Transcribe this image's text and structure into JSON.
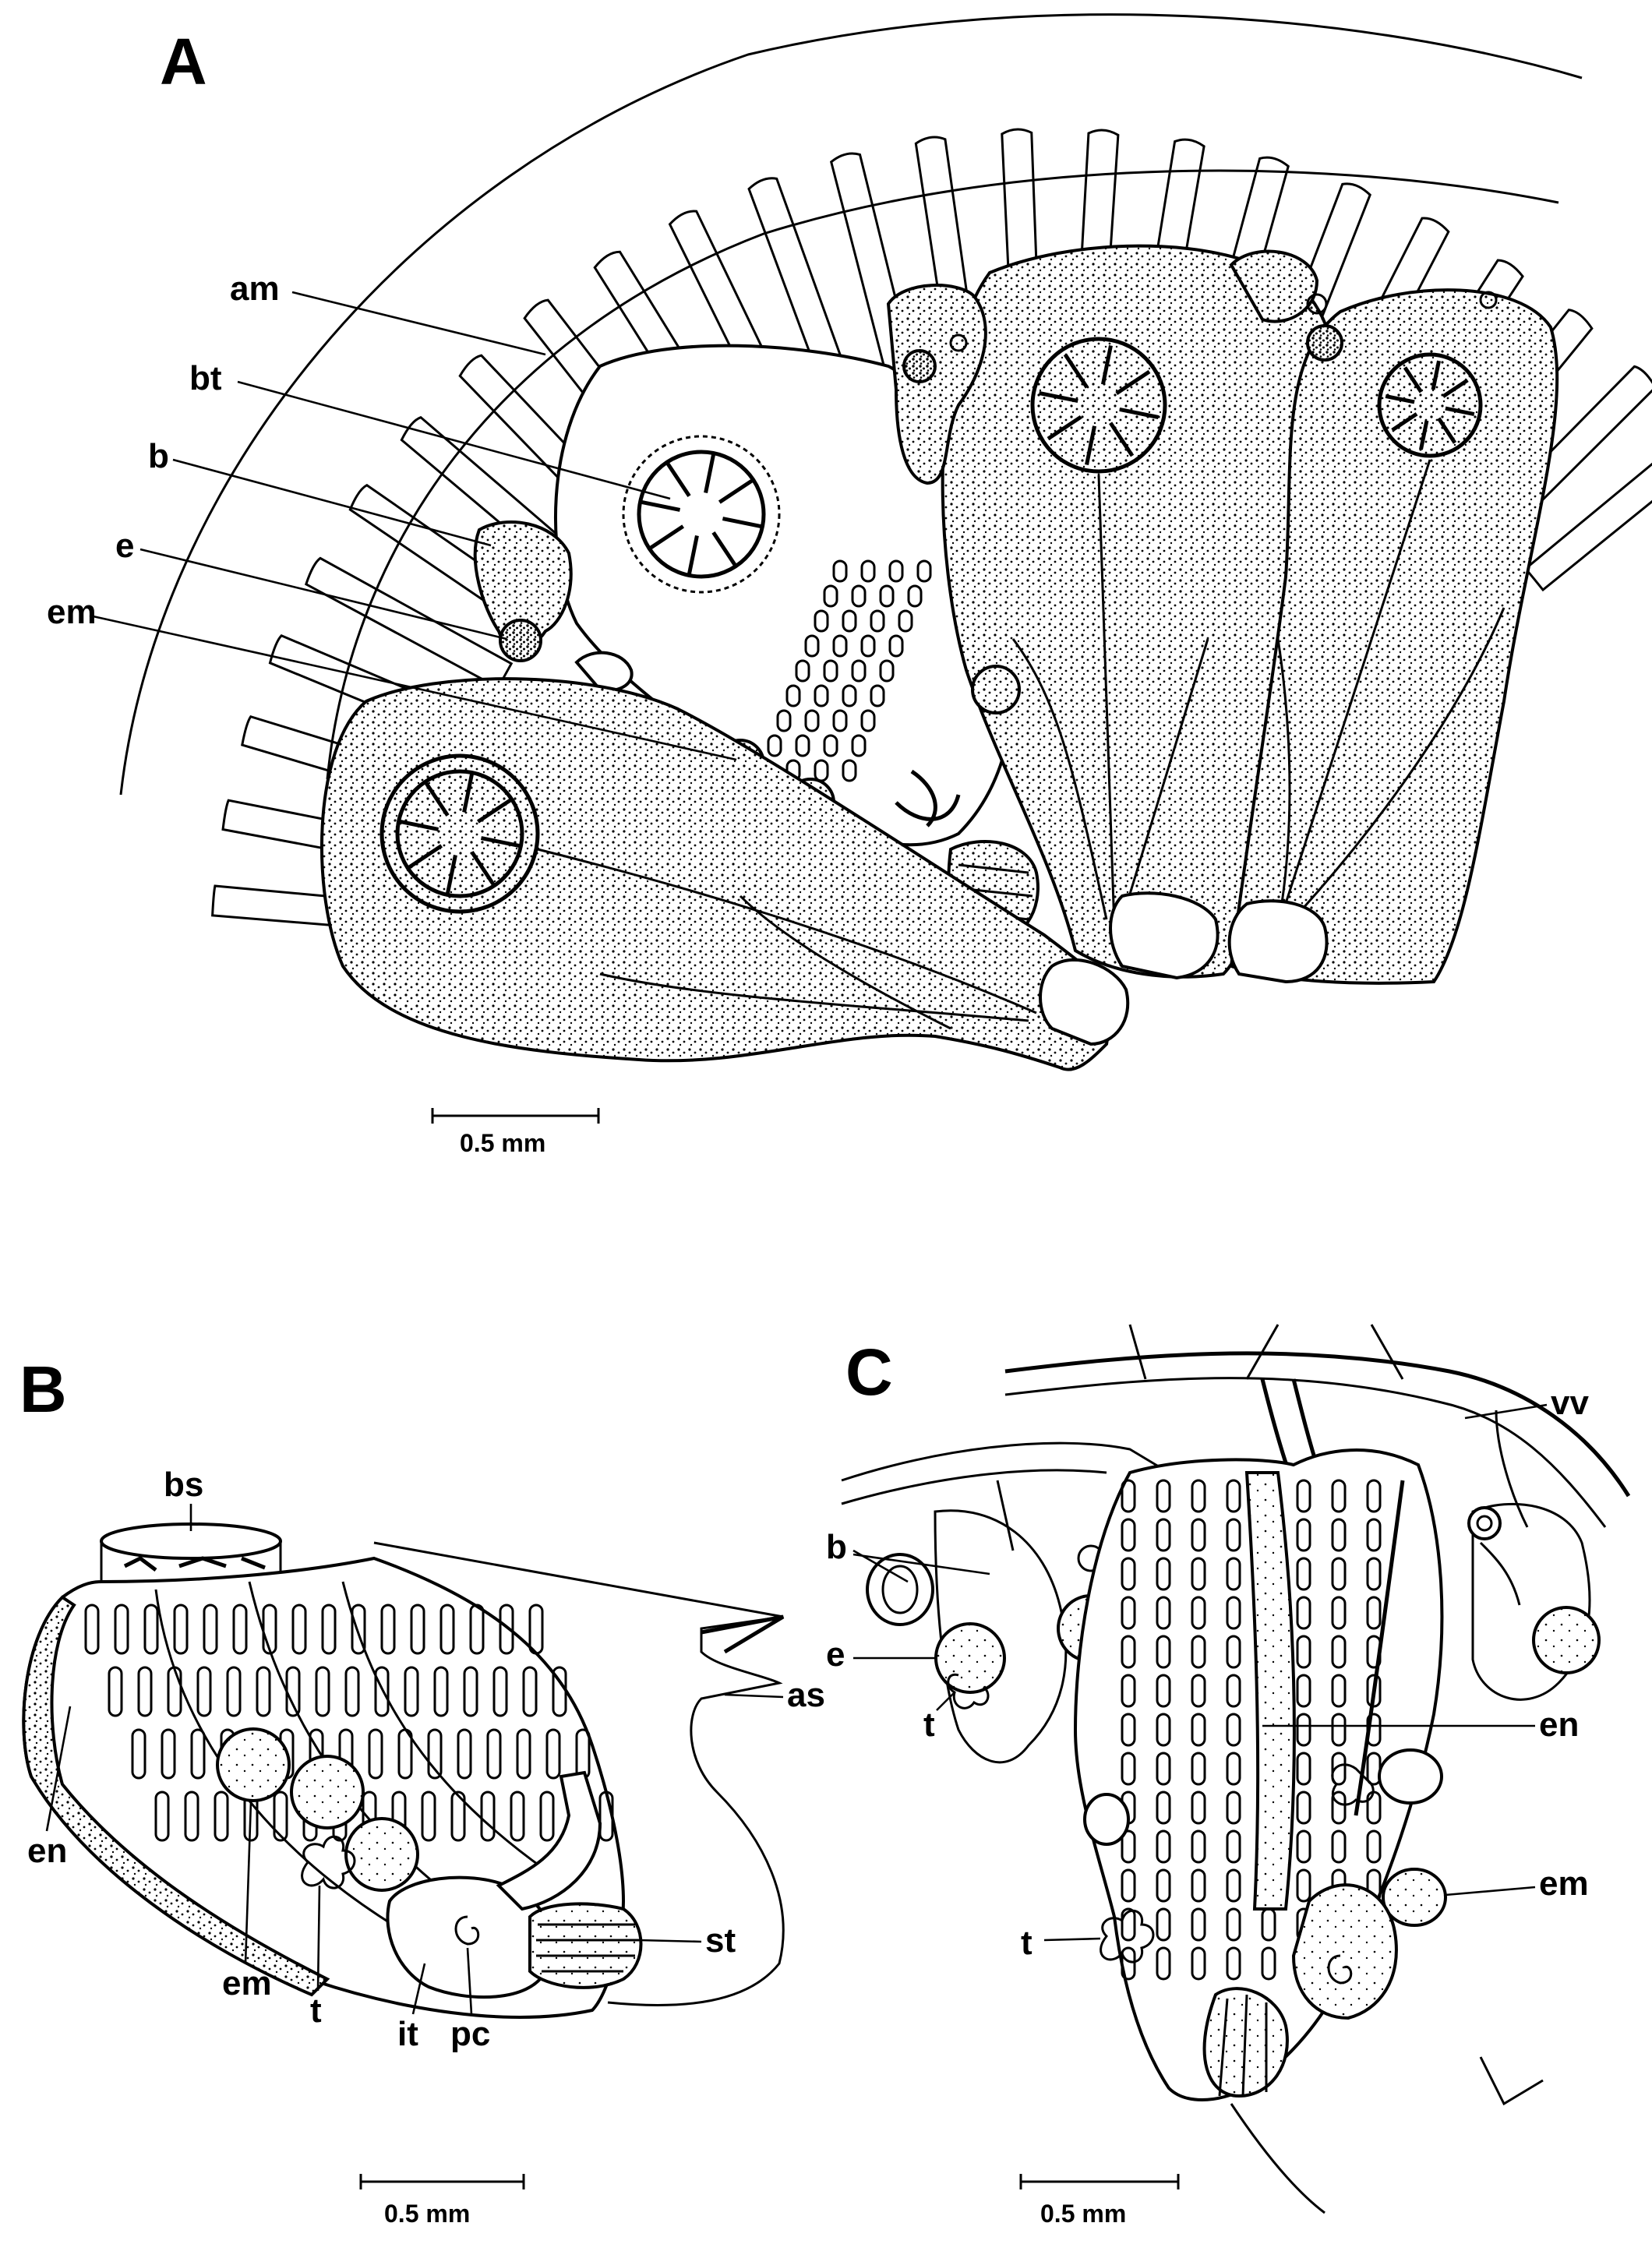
{
  "panels": {
    "a": {
      "letter": "A",
      "labels": {
        "am": "am",
        "bt": "bt",
        "b": "b",
        "e": "e",
        "em": "em"
      },
      "scale": "0.5 mm"
    },
    "b": {
      "letter": "B",
      "labels": {
        "bs": "bs",
        "as": "as",
        "en": "en",
        "em": "em",
        "t": "t",
        "it": "it",
        "pc": "pc",
        "st": "st"
      },
      "scale": "0.5 mm"
    },
    "c": {
      "letter": "C",
      "labels": {
        "vv": "vv",
        "b": "b",
        "e": "e",
        "t_upper": "t",
        "en": "en",
        "em": "em",
        "t_lower": "t"
      },
      "scale": "0.5 mm"
    }
  }
}
